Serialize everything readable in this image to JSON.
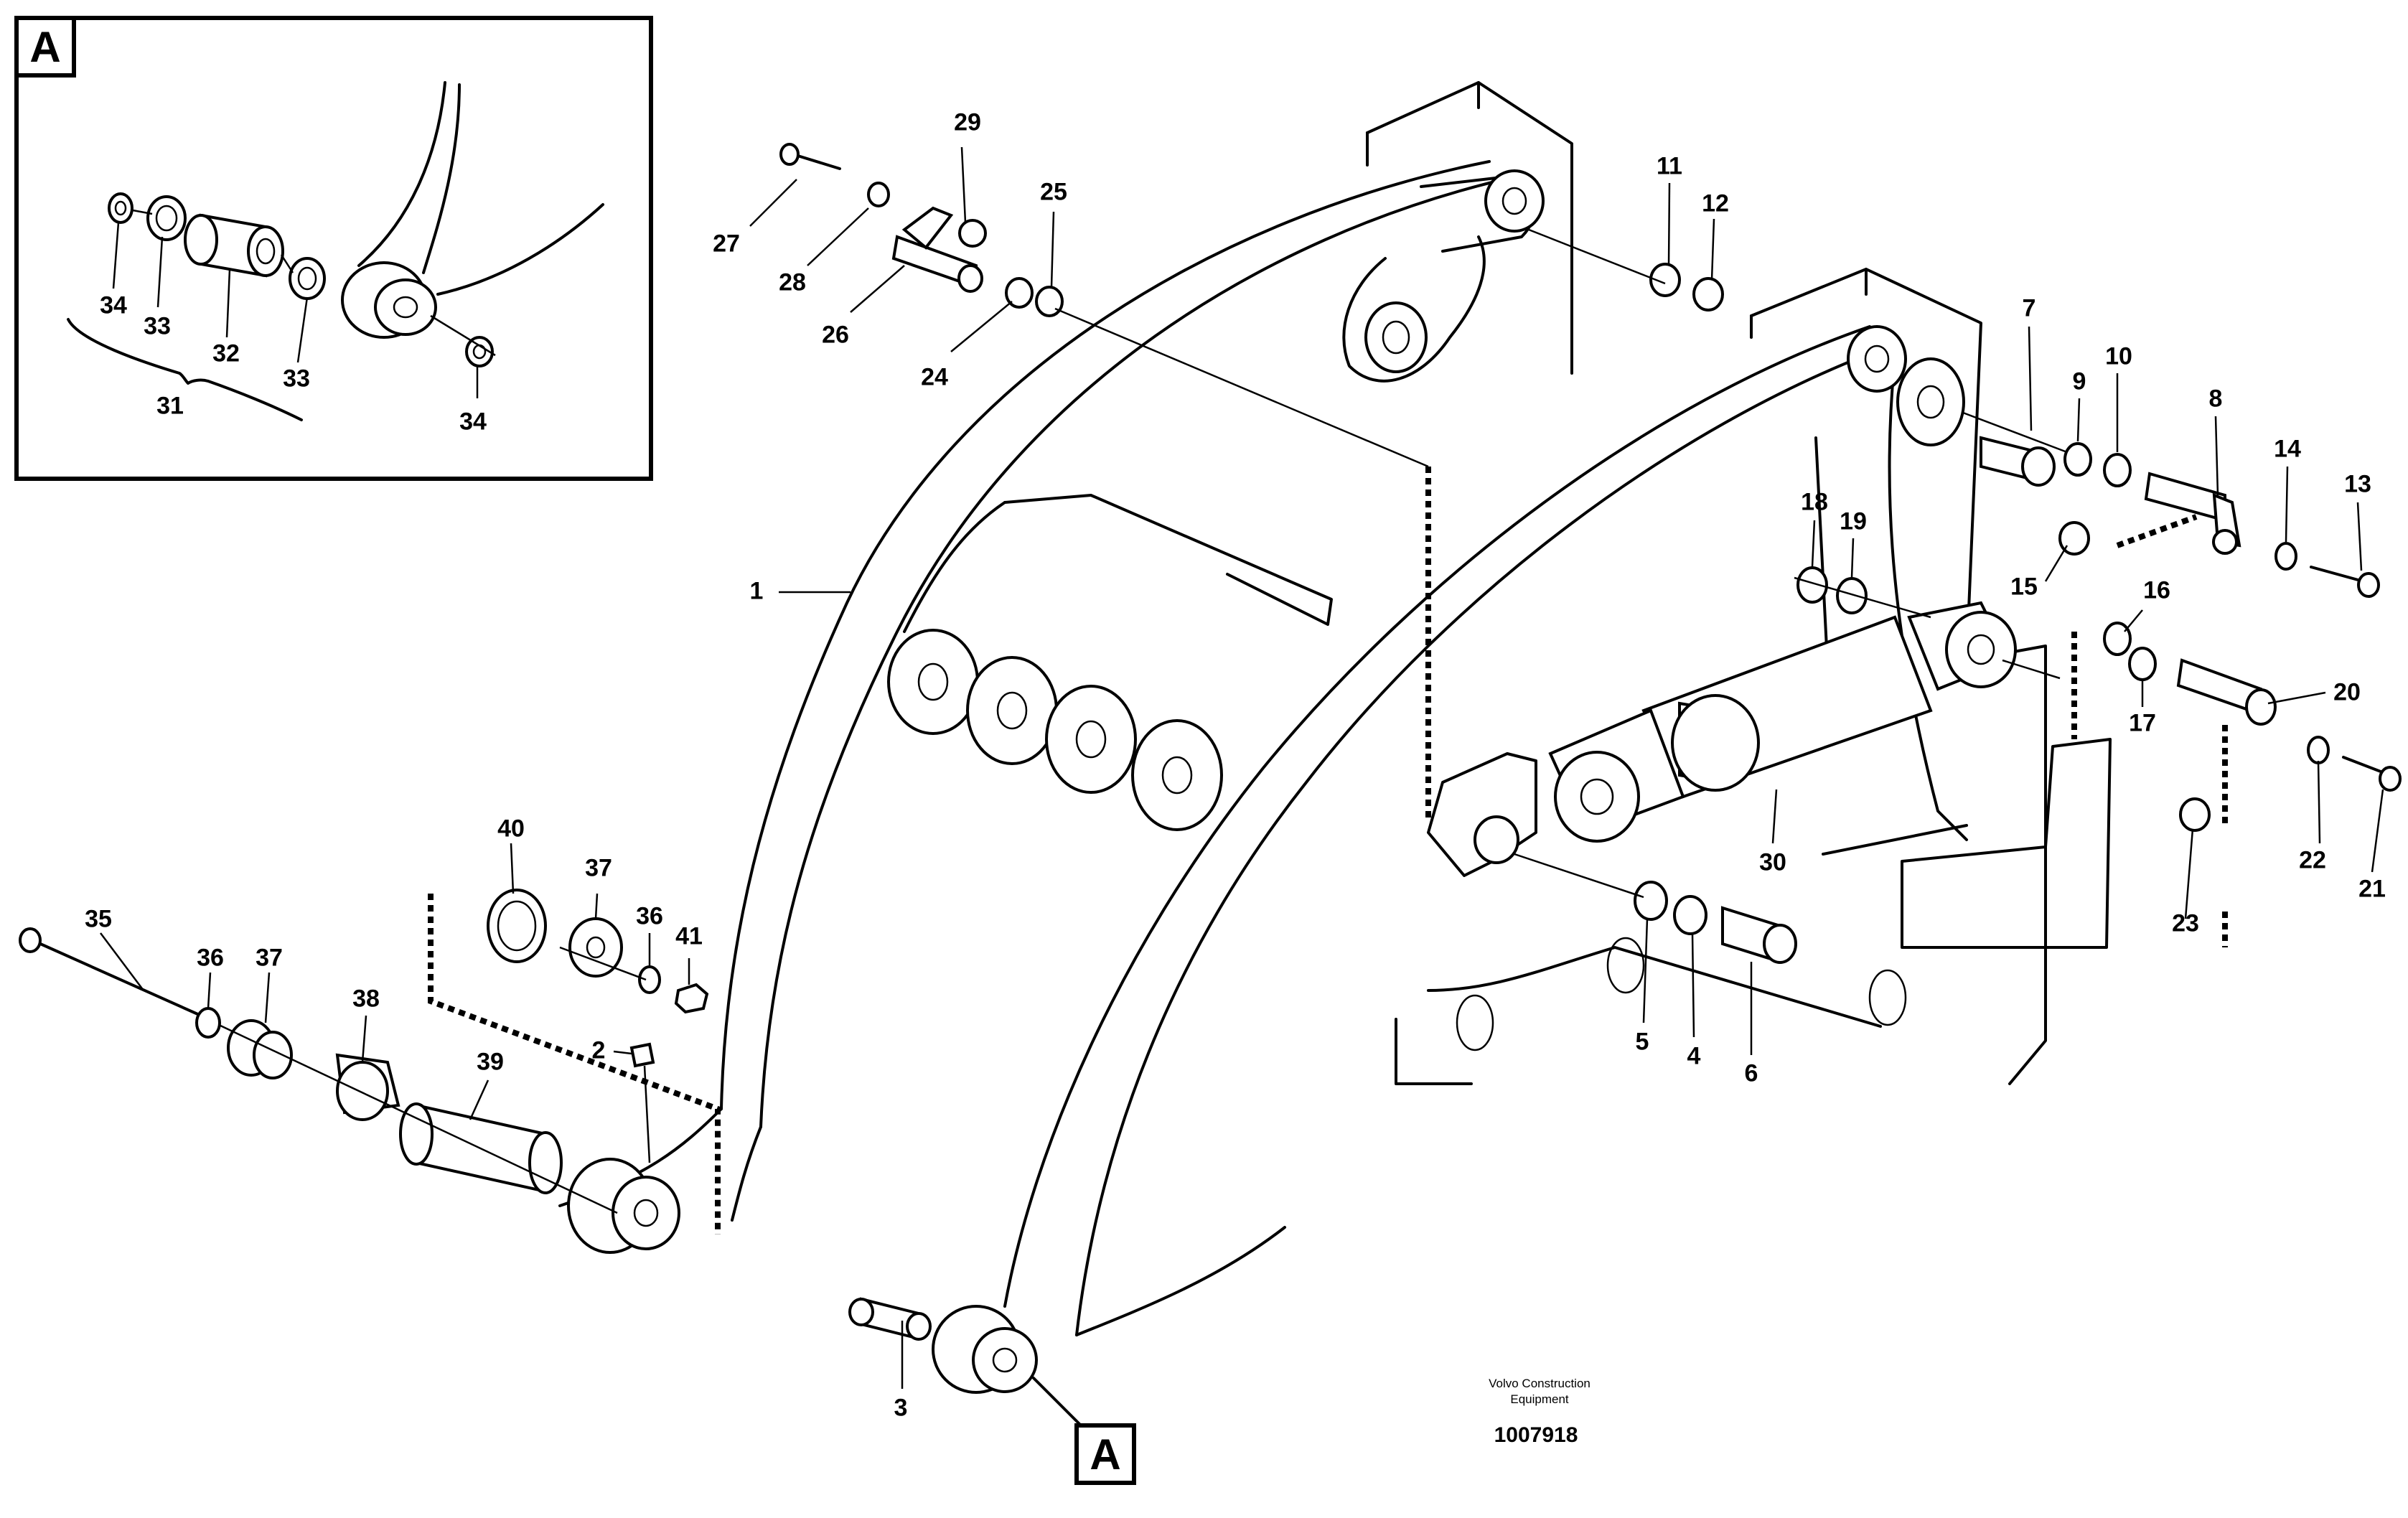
{
  "detail": {
    "tag": "A",
    "callouts": [
      "34",
      "33",
      "32",
      "33",
      "34",
      "31"
    ]
  },
  "parts": [
    {
      "id": "p1",
      "label": "1"
    },
    {
      "id": "p2",
      "label": "2"
    },
    {
      "id": "p3",
      "label": "3"
    },
    {
      "id": "p4",
      "label": "4"
    },
    {
      "id": "p5",
      "label": "5"
    },
    {
      "id": "p6",
      "label": "6"
    },
    {
      "id": "p7",
      "label": "7"
    },
    {
      "id": "p8",
      "label": "8"
    },
    {
      "id": "p9",
      "label": "9"
    },
    {
      "id": "p10",
      "label": "10"
    },
    {
      "id": "p11",
      "label": "11"
    },
    {
      "id": "p12",
      "label": "12"
    },
    {
      "id": "p13",
      "label": "13"
    },
    {
      "id": "p14",
      "label": "14"
    },
    {
      "id": "p15",
      "label": "15"
    },
    {
      "id": "p16",
      "label": "16"
    },
    {
      "id": "p17",
      "label": "17"
    },
    {
      "id": "p18",
      "label": "18"
    },
    {
      "id": "p19",
      "label": "19"
    },
    {
      "id": "p20",
      "label": "20"
    },
    {
      "id": "p21",
      "label": "21"
    },
    {
      "id": "p22",
      "label": "22"
    },
    {
      "id": "p23",
      "label": "23"
    },
    {
      "id": "p24",
      "label": "24"
    },
    {
      "id": "p25",
      "label": "25"
    },
    {
      "id": "p26",
      "label": "26"
    },
    {
      "id": "p27",
      "label": "27"
    },
    {
      "id": "p28",
      "label": "28"
    },
    {
      "id": "p29",
      "label": "29"
    },
    {
      "id": "p30",
      "label": "30"
    },
    {
      "id": "p35",
      "label": "35"
    },
    {
      "id": "p36a",
      "label": "36"
    },
    {
      "id": "p37a",
      "label": "37"
    },
    {
      "id": "p38",
      "label": "38"
    },
    {
      "id": "p39",
      "label": "39"
    },
    {
      "id": "p40",
      "label": "40"
    },
    {
      "id": "p37b",
      "label": "37"
    },
    {
      "id": "p36b",
      "label": "36"
    },
    {
      "id": "p41",
      "label": "41"
    }
  ],
  "view_ref_tag": "A",
  "footer": {
    "brand_line1": "Volvo Construction",
    "brand_line2": "Equipment",
    "drawing_number": "1007918"
  }
}
